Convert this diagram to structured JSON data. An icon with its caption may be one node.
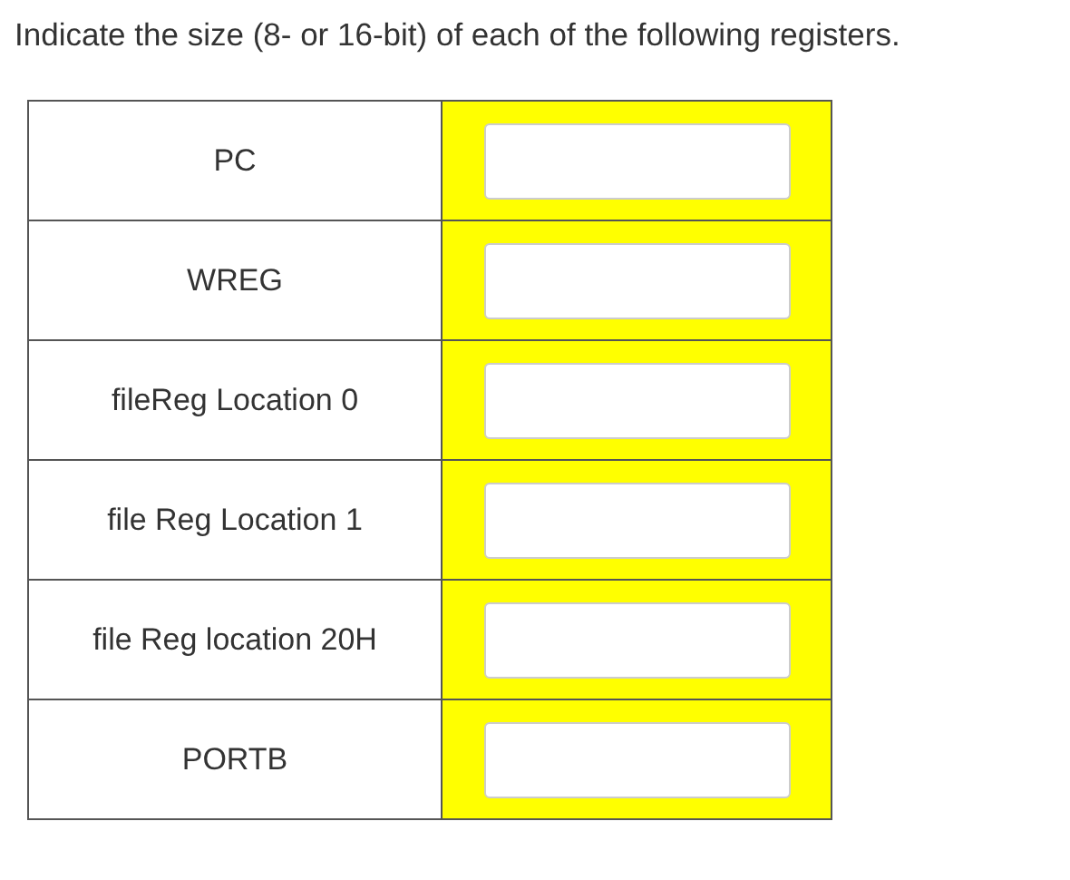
{
  "diagram": {
    "title": "Indicate the size (8- or 16-bit) of each of the following registers.",
    "labels": [
      "PC",
      "WREG",
      "fileReg Location 0",
      "file Reg Location 1",
      "file Reg location 20H",
      "PORTB"
    ]
  }
}
